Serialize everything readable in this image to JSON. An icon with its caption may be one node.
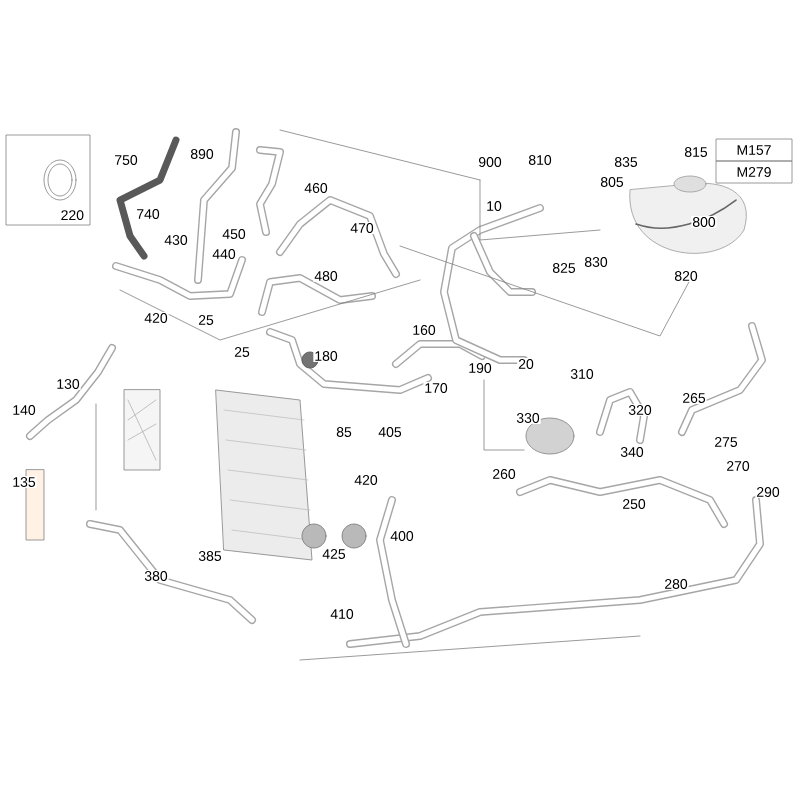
{
  "diagram": {
    "nodes": [
      {
        "text": [
          "220"
        ]
      },
      {
        "text": [
          "M157"
        ]
      },
      {
        "text": [
          "M279"
        ]
      }
    ],
    "labels": [
      "750",
      "890",
      "740",
      "430",
      "460",
      "450",
      "470",
      "440",
      "480",
      "420",
      "25",
      "25",
      "180",
      "130",
      "900",
      "810",
      "835",
      "815",
      "805",
      "10",
      "800",
      "825",
      "830",
      "820",
      "160",
      "190",
      "170",
      "20",
      "310",
      "330",
      "320",
      "265",
      "275",
      "340",
      "260",
      "250",
      "270",
      "290",
      "280",
      "400",
      "140",
      "135",
      "85",
      "405",
      "420",
      "385",
      "425",
      "380",
      "410"
    ]
  }
}
